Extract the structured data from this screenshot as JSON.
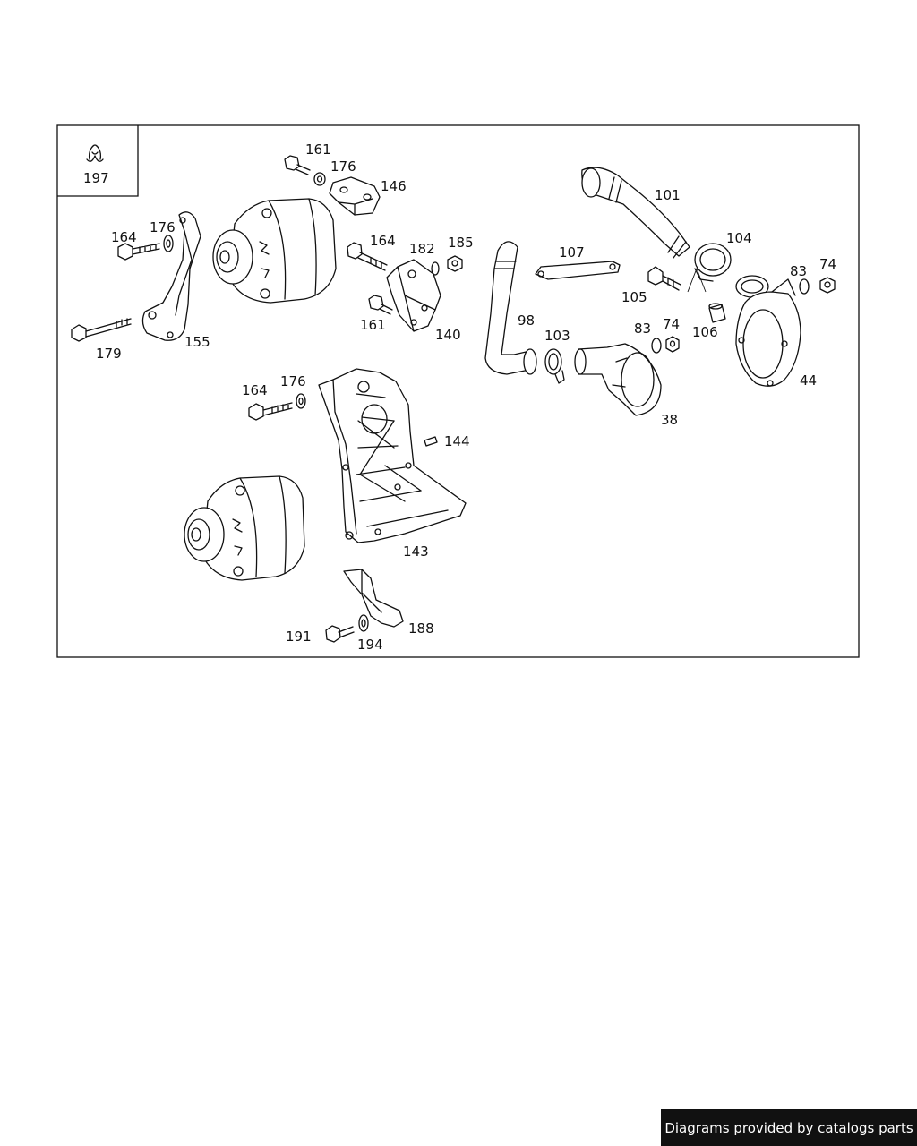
{
  "footer": {
    "credit": "Diagrams provided by catalogs parts"
  },
  "legend": {
    "clip_part": "197"
  },
  "parts": [
    {
      "num": "161",
      "label": "161"
    },
    {
      "num": "176",
      "label": "176"
    },
    {
      "num": "146",
      "label": "146"
    },
    {
      "num": "101",
      "label": "101"
    },
    {
      "num": "164",
      "label": "164"
    },
    {
      "num": "182",
      "label": "182"
    },
    {
      "num": "185",
      "label": "185"
    },
    {
      "num": "107",
      "label": "107"
    },
    {
      "num": "104",
      "label": "104"
    },
    {
      "num": "83",
      "label": "83"
    },
    {
      "num": "74",
      "label": "74"
    },
    {
      "num": "179",
      "label": "179"
    },
    {
      "num": "155",
      "label": "155"
    },
    {
      "num": "140",
      "label": "140"
    },
    {
      "num": "98",
      "label": "98"
    },
    {
      "num": "103",
      "label": "103"
    },
    {
      "num": "105",
      "label": "105"
    },
    {
      "num": "106",
      "label": "106"
    },
    {
      "num": "38",
      "label": "38"
    },
    {
      "num": "44",
      "label": "44"
    },
    {
      "num": "144",
      "label": "144"
    },
    {
      "num": "143",
      "label": "143"
    },
    {
      "num": "191",
      "label": "191"
    },
    {
      "num": "194",
      "label": "194"
    },
    {
      "num": "188",
      "label": "188"
    }
  ]
}
